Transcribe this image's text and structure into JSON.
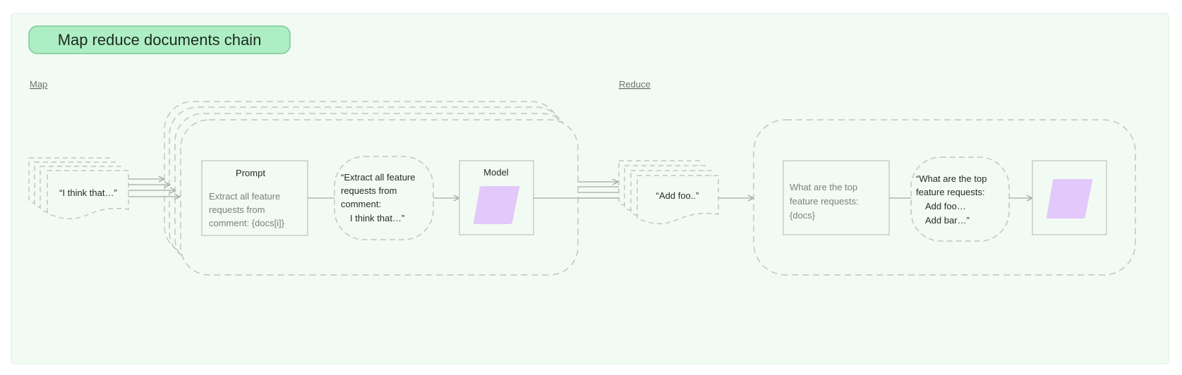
{
  "title": "Map reduce documents chain",
  "sections": {
    "map_label": "Map",
    "reduce_label": "Reduce"
  },
  "map": {
    "input_doc": "“I think that…”",
    "prompt": {
      "title": "Prompt",
      "lines": [
        "Extract all feature",
        "requests from",
        "comment: {docs[i]}"
      ]
    },
    "formatted_prompt": {
      "lines": [
        "“Extract all feature",
        "requests from",
        "comment:",
        "I think that…”"
      ]
    },
    "model": {
      "title": "Model"
    }
  },
  "reduce": {
    "input_doc": "“Add foo..”",
    "prompt": {
      "lines": [
        "What are the top",
        "feature requests:",
        "{docs}"
      ]
    },
    "formatted_prompt": {
      "lines": [
        "“What are the top",
        "feature requests:",
        "Add foo…",
        "Add bar…”"
      ]
    }
  },
  "colors": {
    "panel_bg": "#f1fbf3",
    "panel_border": "#dcefe1",
    "title_bg": "#aeeec4",
    "title_border": "#7fc796",
    "dashed": "#bfc6c2",
    "box_stroke": "#c8ccca",
    "arrow": "#a4aaa7",
    "model_fill": "#e3c8fb"
  }
}
